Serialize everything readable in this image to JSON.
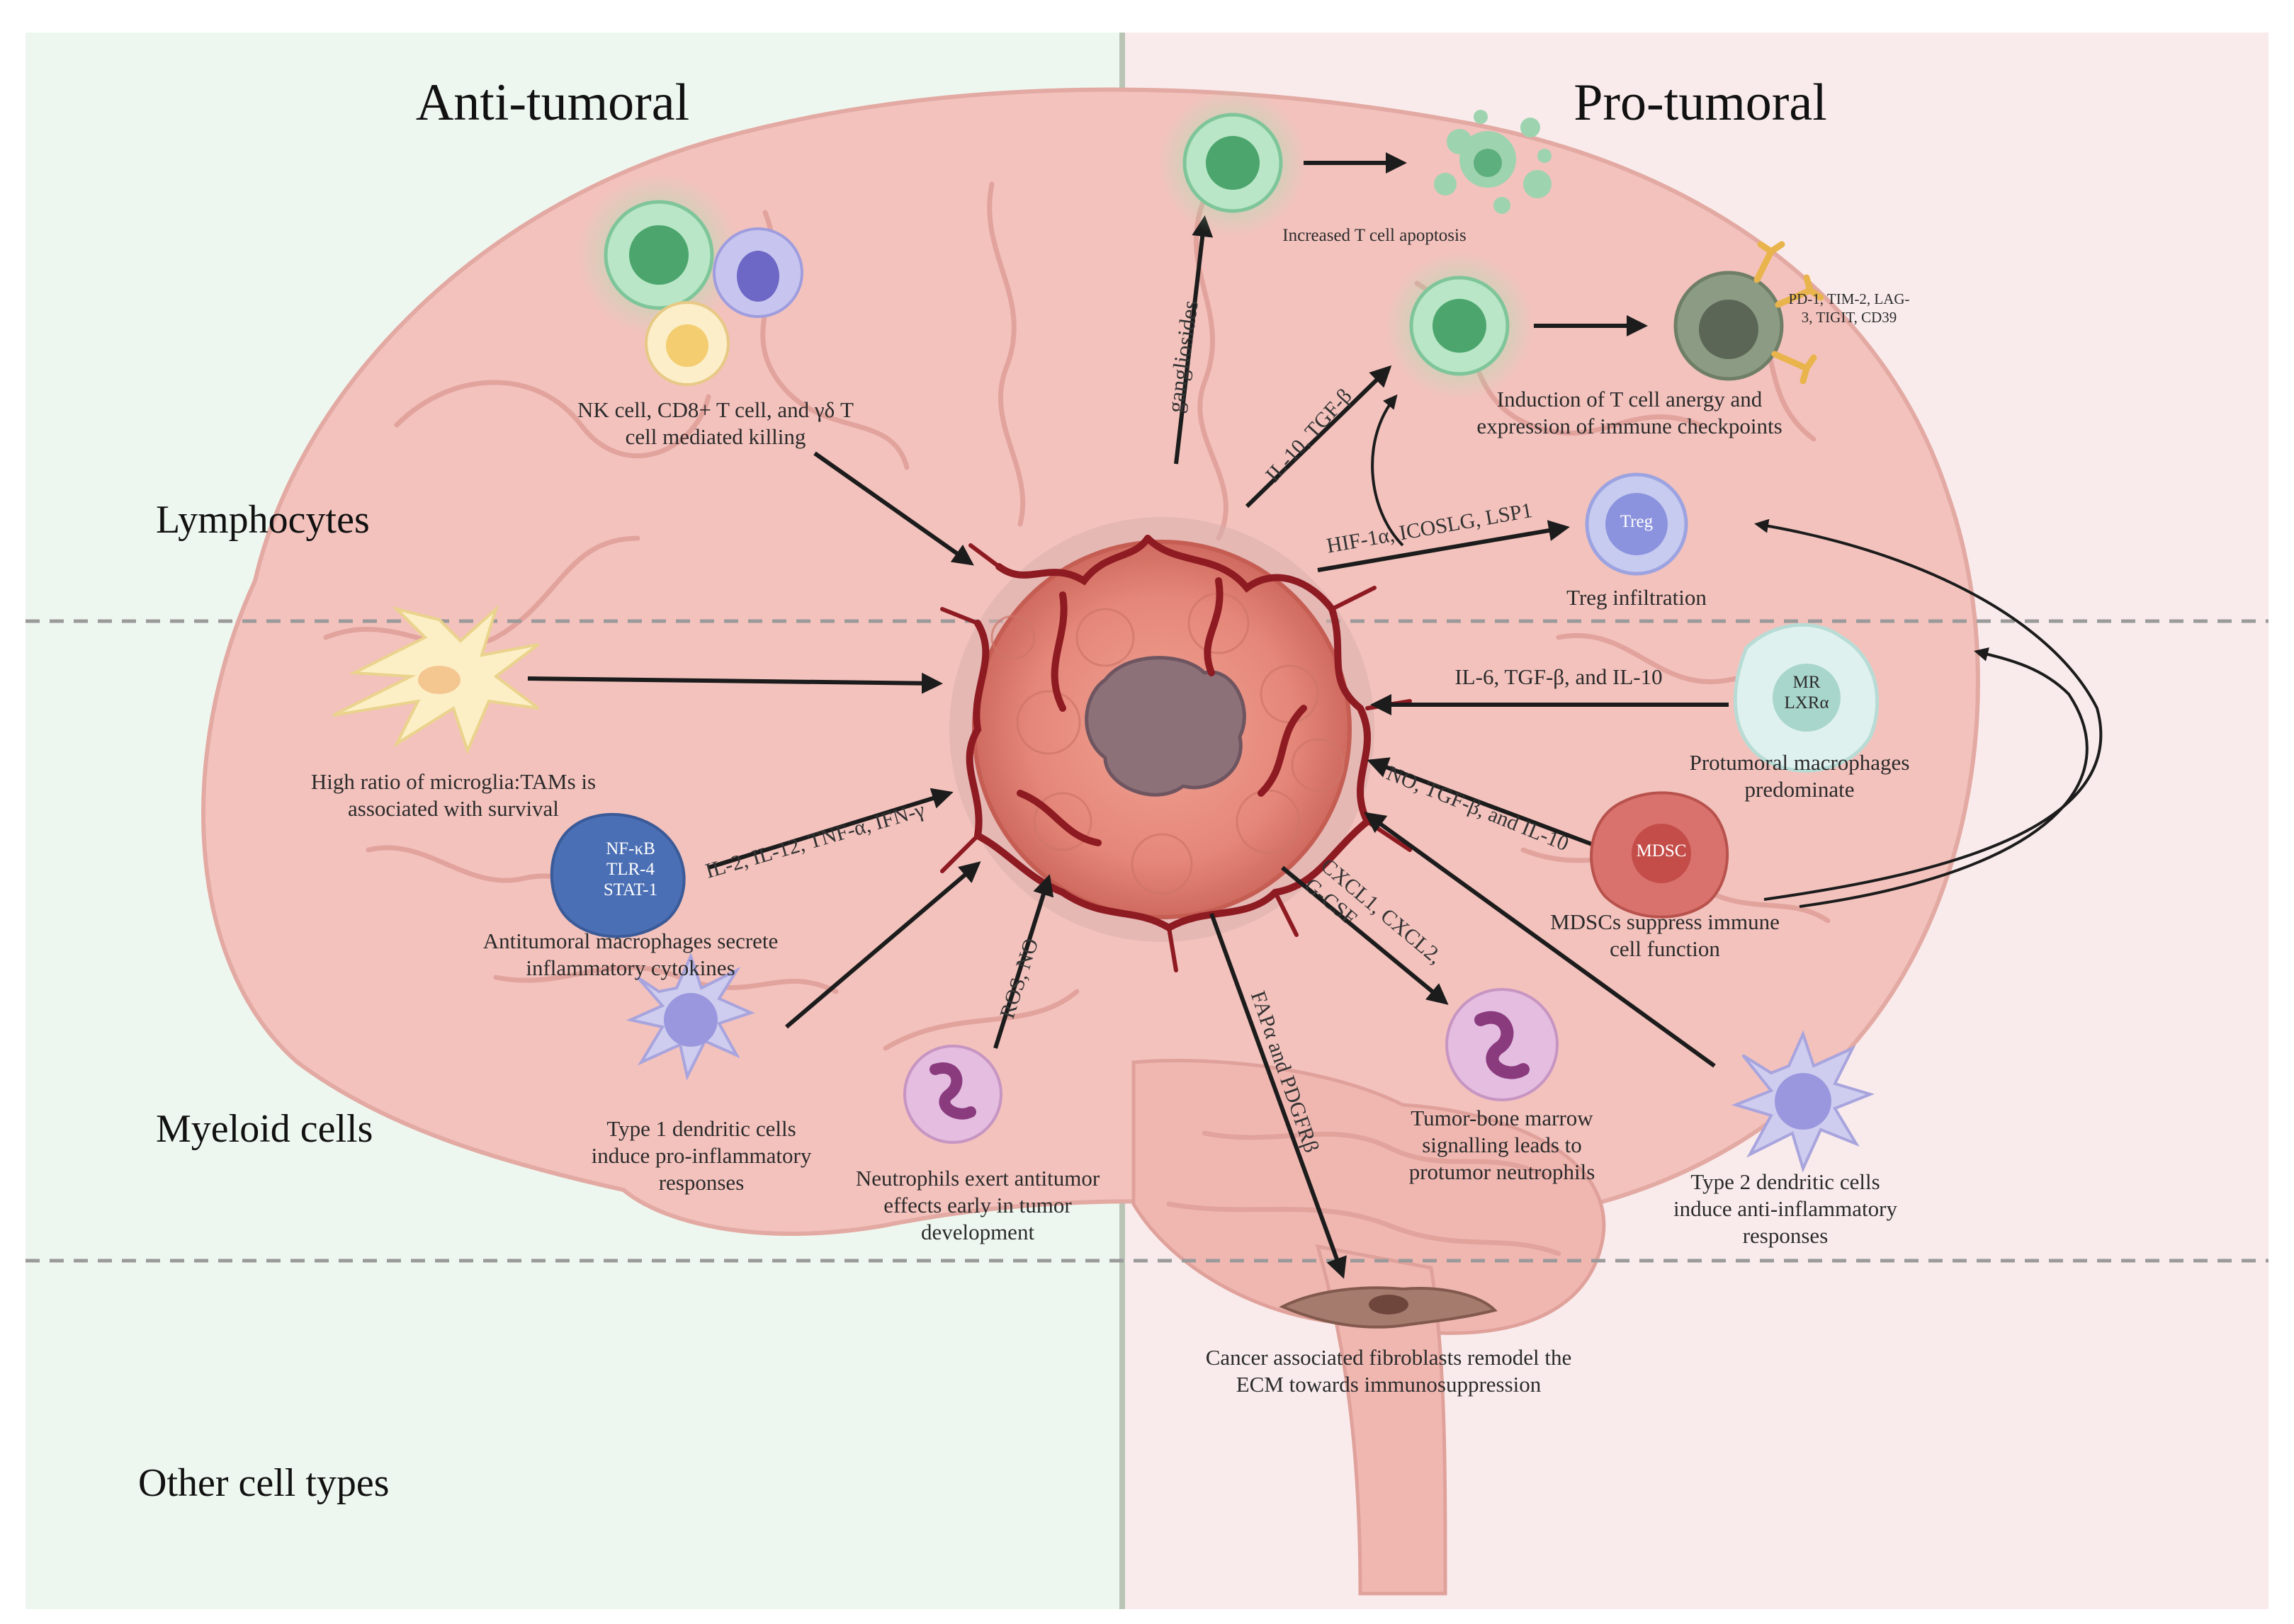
{
  "panels": {
    "anti_tumoral": "Anti-tumoral",
    "pro_tumoral": "Pro-tumoral"
  },
  "rows": {
    "lymphocytes": "Lymphocytes",
    "myeloid": "Myeloid cells",
    "other": "Other cell types"
  },
  "anti": {
    "nk_killing_1": "NK cell, CD8+ T cell, and γδ T",
    "nk_killing_2": "cell mediated killing",
    "microglia_1": "High ratio of microglia:TAMs is",
    "microglia_2": "associated with survival",
    "macrophage_markers": [
      "NF-κB",
      "TLR-4",
      "STAT-1"
    ],
    "macrophage_cytokines": "IL-2, IL-12, TNF-α, IFN-γ",
    "macrophage_1": "Antitumoral macrophages secrete",
    "macrophage_2": "inflammatory cytokines",
    "dc1_1": "Type 1 dendritic cells",
    "dc1_2": "induce pro-inflammatory",
    "dc1_3": "responses",
    "ros_no": "ROS, NO",
    "neutrophil_1": "Neutrophils exert antitumor",
    "neutrophil_2": "effects early in tumor",
    "neutrophil_3": "development"
  },
  "pro": {
    "gangliosides": "gangliosides",
    "apoptosis": "Increased T cell apoptosis",
    "il10_tgfb": "IL-10, TGF-β",
    "checkpoints": "PD-1, TIM-2, LAG-3, TIGIT, CD39",
    "anergy_1": "Induction of T cell anergy and",
    "anergy_2": "expression of immune checkpoints",
    "treg_signals": "HIF-1α, ICOSLG, LSP1",
    "treg_label": "Treg",
    "treg_caption": "Treg infiltration",
    "mac_signals": "IL-6, TGF-β, and IL-10",
    "mac_markers": [
      "MR",
      "LXRα"
    ],
    "mac_1": "Protumoral macrophages",
    "mac_2": "predominate",
    "mdsc_signals": "NO, TGF-β, and IL-10",
    "mdsc_label": "MDSC",
    "mdsc_1": "MDSCs suppress immune",
    "mdsc_2": "cell function",
    "cxcl_1": "CXCL1, CXCL2,",
    "cxcl_2": "G-CSF",
    "neut_1": "Tumor-bone marrow",
    "neut_2": "signalling leads to",
    "neut_3": "protumor neutrophils",
    "dc2_1": "Type 2 dendritic cells",
    "dc2_2": "induce anti-inflammatory",
    "dc2_3": "responses",
    "fap": "FAPα and PDGFRβ",
    "caf_1": "Cancer associated fibroblasts remodel the",
    "caf_2": "ECM towards immunosuppression"
  },
  "colors": {
    "anti_bg": "#eef7ef",
    "pro_bg": "#f9ebeb",
    "brain": "#f3c2bd",
    "tumor": "#e98c7f",
    "vessel": "#8e1a22",
    "arrow": "#1c1c1c"
  }
}
